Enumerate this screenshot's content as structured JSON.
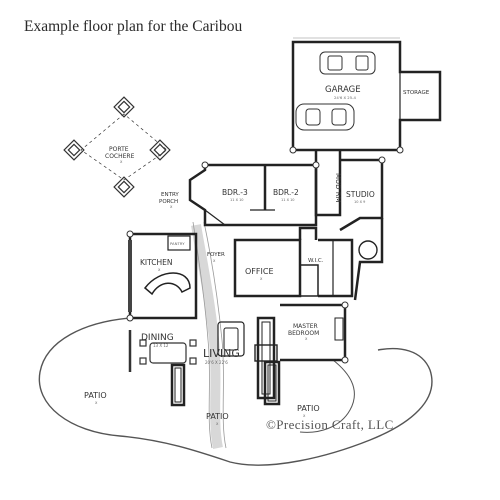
{
  "title": "Example floor plan for the Caribou",
  "credit": "©Precision Craft, LLC",
  "rooms": {
    "garage": {
      "name": "GARAGE",
      "dims": "24'6 X 25-4"
    },
    "storage": {
      "name": "STORAGE"
    },
    "mudroom": {
      "name": "MUD RM"
    },
    "porte_cochere": {
      "name_line1": "PORTE",
      "name_line2": "COCHERE",
      "dims": "X"
    },
    "entry_porch": {
      "name_line1": "ENTRY",
      "name_line2": "PORCH",
      "dims": "X"
    },
    "bdr3": {
      "name": "BDR.-3",
      "dims": "11 X 10"
    },
    "bdr2": {
      "name": "BDR.-2",
      "dims": "11 X 10"
    },
    "studio": {
      "name": "STUDIO",
      "dims": "10 X 9"
    },
    "kitchen": {
      "name": "KITCHEN",
      "dims": "X"
    },
    "pantry": {
      "name": "PANTRY"
    },
    "foyer": {
      "name": "FOYER",
      "dims": "X"
    },
    "office": {
      "name": "OFFICE",
      "dims": "X"
    },
    "wic": {
      "name": "W.I.C."
    },
    "master_bedroom": {
      "name_line1": "MASTER",
      "name_line2": "BEDROOM",
      "dims": "X"
    },
    "dining": {
      "name": "DINING",
      "dims": "13 X 12"
    },
    "living": {
      "name": "LIVING",
      "dims": "20'6 X 22'6"
    },
    "patio_left": {
      "name": "PATIO",
      "dims": "X"
    },
    "patio_center": {
      "name": "PATIO",
      "dims": "X"
    },
    "patio_right": {
      "name": "PATIO",
      "dims": "X"
    }
  }
}
